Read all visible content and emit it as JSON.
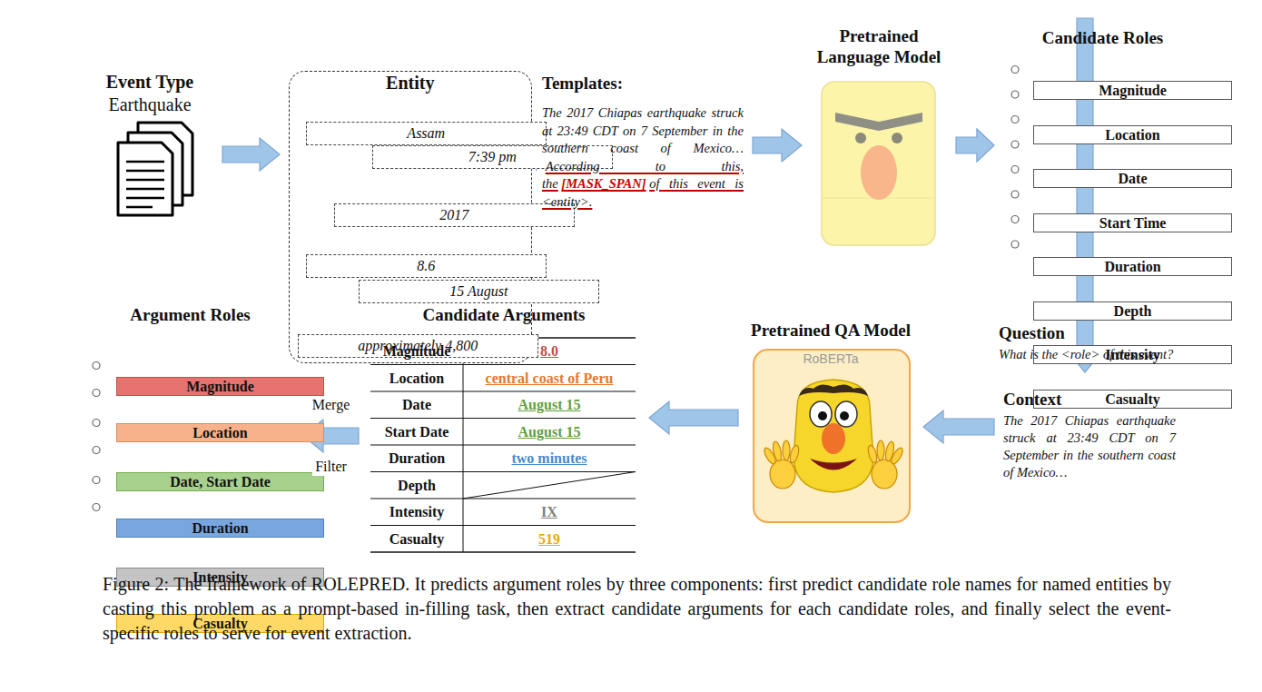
{
  "diagram": {
    "caption": "Figure 2: The framework of ROLEPRED. It predicts argument roles by three components: first predict candidate role names for named entities by casting this problem as a prompt-based in-filling task, then extract candidate arguments for each candidate roles, and finally select the event-specific roles to serve for event extraction.",
    "nodes": [
      {
        "text": [
          "Event Type",
          "Earthquake"
        ]
      },
      {
        "text": [
          "Entity"
        ]
      },
      {
        "text": [
          "Assam"
        ],
        "in": 1
      },
      {
        "text": [
          "7:39 pm"
        ],
        "in": 1
      },
      {
        "text": [
          "2017"
        ],
        "in": 1
      },
      {
        "text": [
          "8.6"
        ],
        "in": 1
      },
      {
        "text": [
          "15 August"
        ],
        "in": 1
      },
      {
        "text": [
          "approximately 4,800"
        ],
        "in": 1
      },
      {
        "text": [
          "Templates:",
          "The 2017 Chiapas earthquake struck at 23:49 CDT on 7 September in the southern coast of Mexico…",
          "According to this, the",
          "[MASK_SPAN]",
          "of this event is <entity>."
        ]
      },
      {
        "text": [
          "Pretrained Language Model"
        ]
      },
      {
        "text": [
          "Candidate Roles"
        ]
      },
      {
        "text": [
          "Magnitude"
        ],
        "in": 10
      },
      {
        "text": [
          "Location"
        ],
        "in": 10
      },
      {
        "text": [
          "Date"
        ],
        "in": 10
      },
      {
        "text": [
          "Start Time"
        ],
        "in": 10
      },
      {
        "text": [
          "Duration"
        ],
        "in": 10
      },
      {
        "text": [
          "Depth"
        ],
        "in": 10
      },
      {
        "text": [
          "Intensity"
        ],
        "in": 10
      },
      {
        "text": [
          "Casualty"
        ],
        "in": 10
      },
      {
        "text": [
          "Question",
          "What is the <role> of this event?"
        ]
      },
      {
        "text": [
          "Context",
          "The 2017 Chiapas earthquake struck at 23:49 CDT on 7 September in the southern coast of Mexico…"
        ]
      },
      {
        "text": [
          "Pretrained QA Model",
          "RoBERTa"
        ]
      },
      {
        "text": [
          "Candidate Arguments"
        ]
      },
      {
        "text": [
          "Argument Roles"
        ]
      },
      {
        "text": [
          "Magnitude"
        ],
        "in": 23
      },
      {
        "text": [
          "Location"
        ],
        "in": 23
      },
      {
        "text": [
          "Date, Start Date"
        ],
        "in": 23
      },
      {
        "text": [
          "Duration"
        ],
        "in": 23
      },
      {
        "text": [
          "Intensity"
        ],
        "in": 23
      },
      {
        "text": [
          "Casualty"
        ],
        "in": 23
      }
    ],
    "edges": [
      {
        "from": 0,
        "to": 1,
        "arrow": "to"
      },
      {
        "from": 1,
        "to": 8,
        "arrow": "to"
      },
      {
        "from": 8,
        "to": 9,
        "arrow": "to"
      },
      {
        "from": 9,
        "to": 10,
        "arrow": "to"
      },
      {
        "from": 10,
        "to": 19,
        "arrow": "to"
      },
      {
        "from": 20,
        "to": 21,
        "arrow": "to"
      },
      {
        "from": 21,
        "to": 22,
        "arrow": "to"
      },
      {
        "from": 22,
        "to": 23,
        "arrow": "to",
        "label": "Merge"
      }
    ],
    "labels": [
      "Magnitude",
      "8.0",
      "Location",
      "central coast of Peru",
      "Date",
      "August 15",
      "Start Date",
      "August 15",
      "Duration",
      "two minutes",
      "Depth",
      "Intensity",
      "IX",
      "Casualty",
      "519",
      "Filter"
    ]
  }
}
